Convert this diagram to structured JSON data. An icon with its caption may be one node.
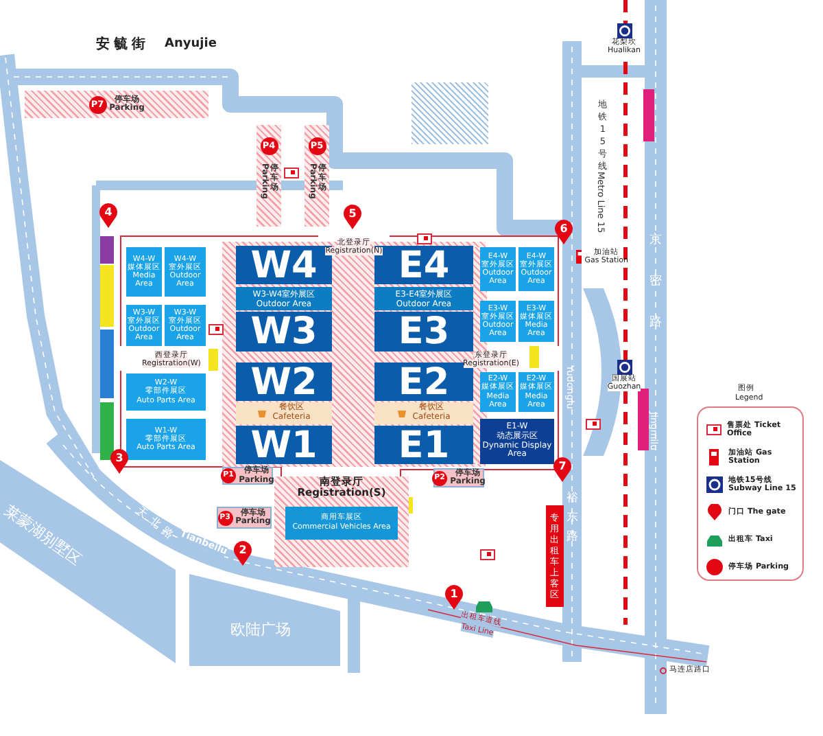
{
  "diagram": {
    "nodes": [
      {
        "text": [
          "P7",
          "停车场",
          "Parking"
        ]
      },
      {
        "text": [
          "P4",
          "停车场",
          "Parking"
        ]
      },
      {
        "text": [
          "P5",
          "停车场",
          "Parking"
        ]
      },
      {
        "text": [
          "W4"
        ]
      },
      {
        "text": [
          "W3-W4室外展区",
          "Outdoor Area"
        ]
      },
      {
        "text": [
          "W3"
        ]
      },
      {
        "text": [
          "W2"
        ]
      },
      {
        "text": [
          "餐饮区",
          "Cafeteria"
        ]
      },
      {
        "text": [
          "W1"
        ]
      },
      {
        "text": [
          "E4"
        ]
      },
      {
        "text": [
          "E3-E4室外展区",
          "Outdoor Area"
        ]
      },
      {
        "text": [
          "E3"
        ]
      },
      {
        "text": [
          "E2"
        ]
      },
      {
        "text": [
          "餐饮区",
          "Cafeteria"
        ]
      },
      {
        "text": [
          "E1"
        ]
      },
      {
        "text": [
          "W4-W",
          "媒体展区",
          "Media Area"
        ]
      },
      {
        "text": [
          "W4-W",
          "室外展区",
          "Outdoor Area"
        ]
      },
      {
        "text": [
          "W3-W",
          "室外展区",
          "Outdoor Area"
        ]
      },
      {
        "text": [
          "W3-W",
          "室外展区",
          "Outdoor Area"
        ]
      },
      {
        "text": [
          "W2-W",
          "零部件展区",
          "Auto Parts Area"
        ]
      },
      {
        "text": [
          "W1-W",
          "零部件展区",
          "Auto Parts Area"
        ]
      },
      {
        "text": [
          "E4-W",
          "室外展区",
          "Outdoor Area"
        ]
      },
      {
        "text": [
          "E4-W",
          "室外展区",
          "Outdoor Area"
        ]
      },
      {
        "text": [
          "E3-W",
          "室外展区",
          "Outdoor Area"
        ]
      },
      {
        "text": [
          "E3-W",
          "媒体展区",
          "Media Area"
        ]
      },
      {
        "text": [
          "E2-W",
          "媒体展区",
          "Media Area"
        ]
      },
      {
        "text": [
          "E2-W",
          "媒体展区",
          "Media Area"
        ]
      },
      {
        "text": [
          "E1-W",
          "动态展示区",
          "Dynamic Display Area"
        ]
      },
      {
        "text": [
          "北登录厅",
          "Registration(N)"
        ]
      },
      {
        "text": [
          "西登录厅",
          "Registration(W)"
        ]
      },
      {
        "text": [
          "东登录厅",
          "Registration(E)"
        ]
      },
      {
        "text": [
          "南登录厅",
          "Registration(S)"
        ]
      },
      {
        "text": [
          "商用车展区",
          "Commercial Vehicles Area"
        ],
        "in": 31
      },
      {
        "text": [
          "P1",
          "停车场",
          "Parking"
        ]
      },
      {
        "text": [
          "P3",
          "停车场",
          "Parking"
        ]
      },
      {
        "text": [
          "P2",
          "停车场",
          "Parking"
        ]
      },
      {
        "text": [
          "1"
        ]
      },
      {
        "text": [
          "2"
        ]
      },
      {
        "text": [
          "3"
        ]
      },
      {
        "text": [
          "4"
        ]
      },
      {
        "text": [
          "5"
        ]
      },
      {
        "text": [
          "6"
        ]
      },
      {
        "text": [
          "7"
        ]
      },
      {
        "text": [
          "花梨坎",
          "Hualikan"
        ]
      },
      {
        "text": [
          "国展站",
          "Guozhan"
        ]
      },
      {
        "text": [
          "加油站",
          "Gas Station"
        ]
      },
      {
        "text": [
          "专用出租车上客区"
        ]
      }
    ],
    "labels": [
      "安毓街",
      "Anyujie",
      "地铁15号线",
      "Metro Line 15",
      "京密路",
      "Jingmilu",
      "裕东路",
      "Yudonglu",
      "天北路",
      "Tianbeilu",
      "莱蒙湖别墅区",
      "欧陆广场",
      "出租车道线",
      "Taxi Line",
      "马连店路口",
      "图例",
      "Legend"
    ],
    "legend": [
      {
        "text": "售票处 Ticket Office"
      },
      {
        "text": "加油站 Gas Station"
      },
      {
        "text": "地铁15号线 Subway Line 15"
      },
      {
        "text": "门口 The gate"
      },
      {
        "text": "出租车 Taxi"
      },
      {
        "text": "停车场 Parking"
      }
    ]
  }
}
